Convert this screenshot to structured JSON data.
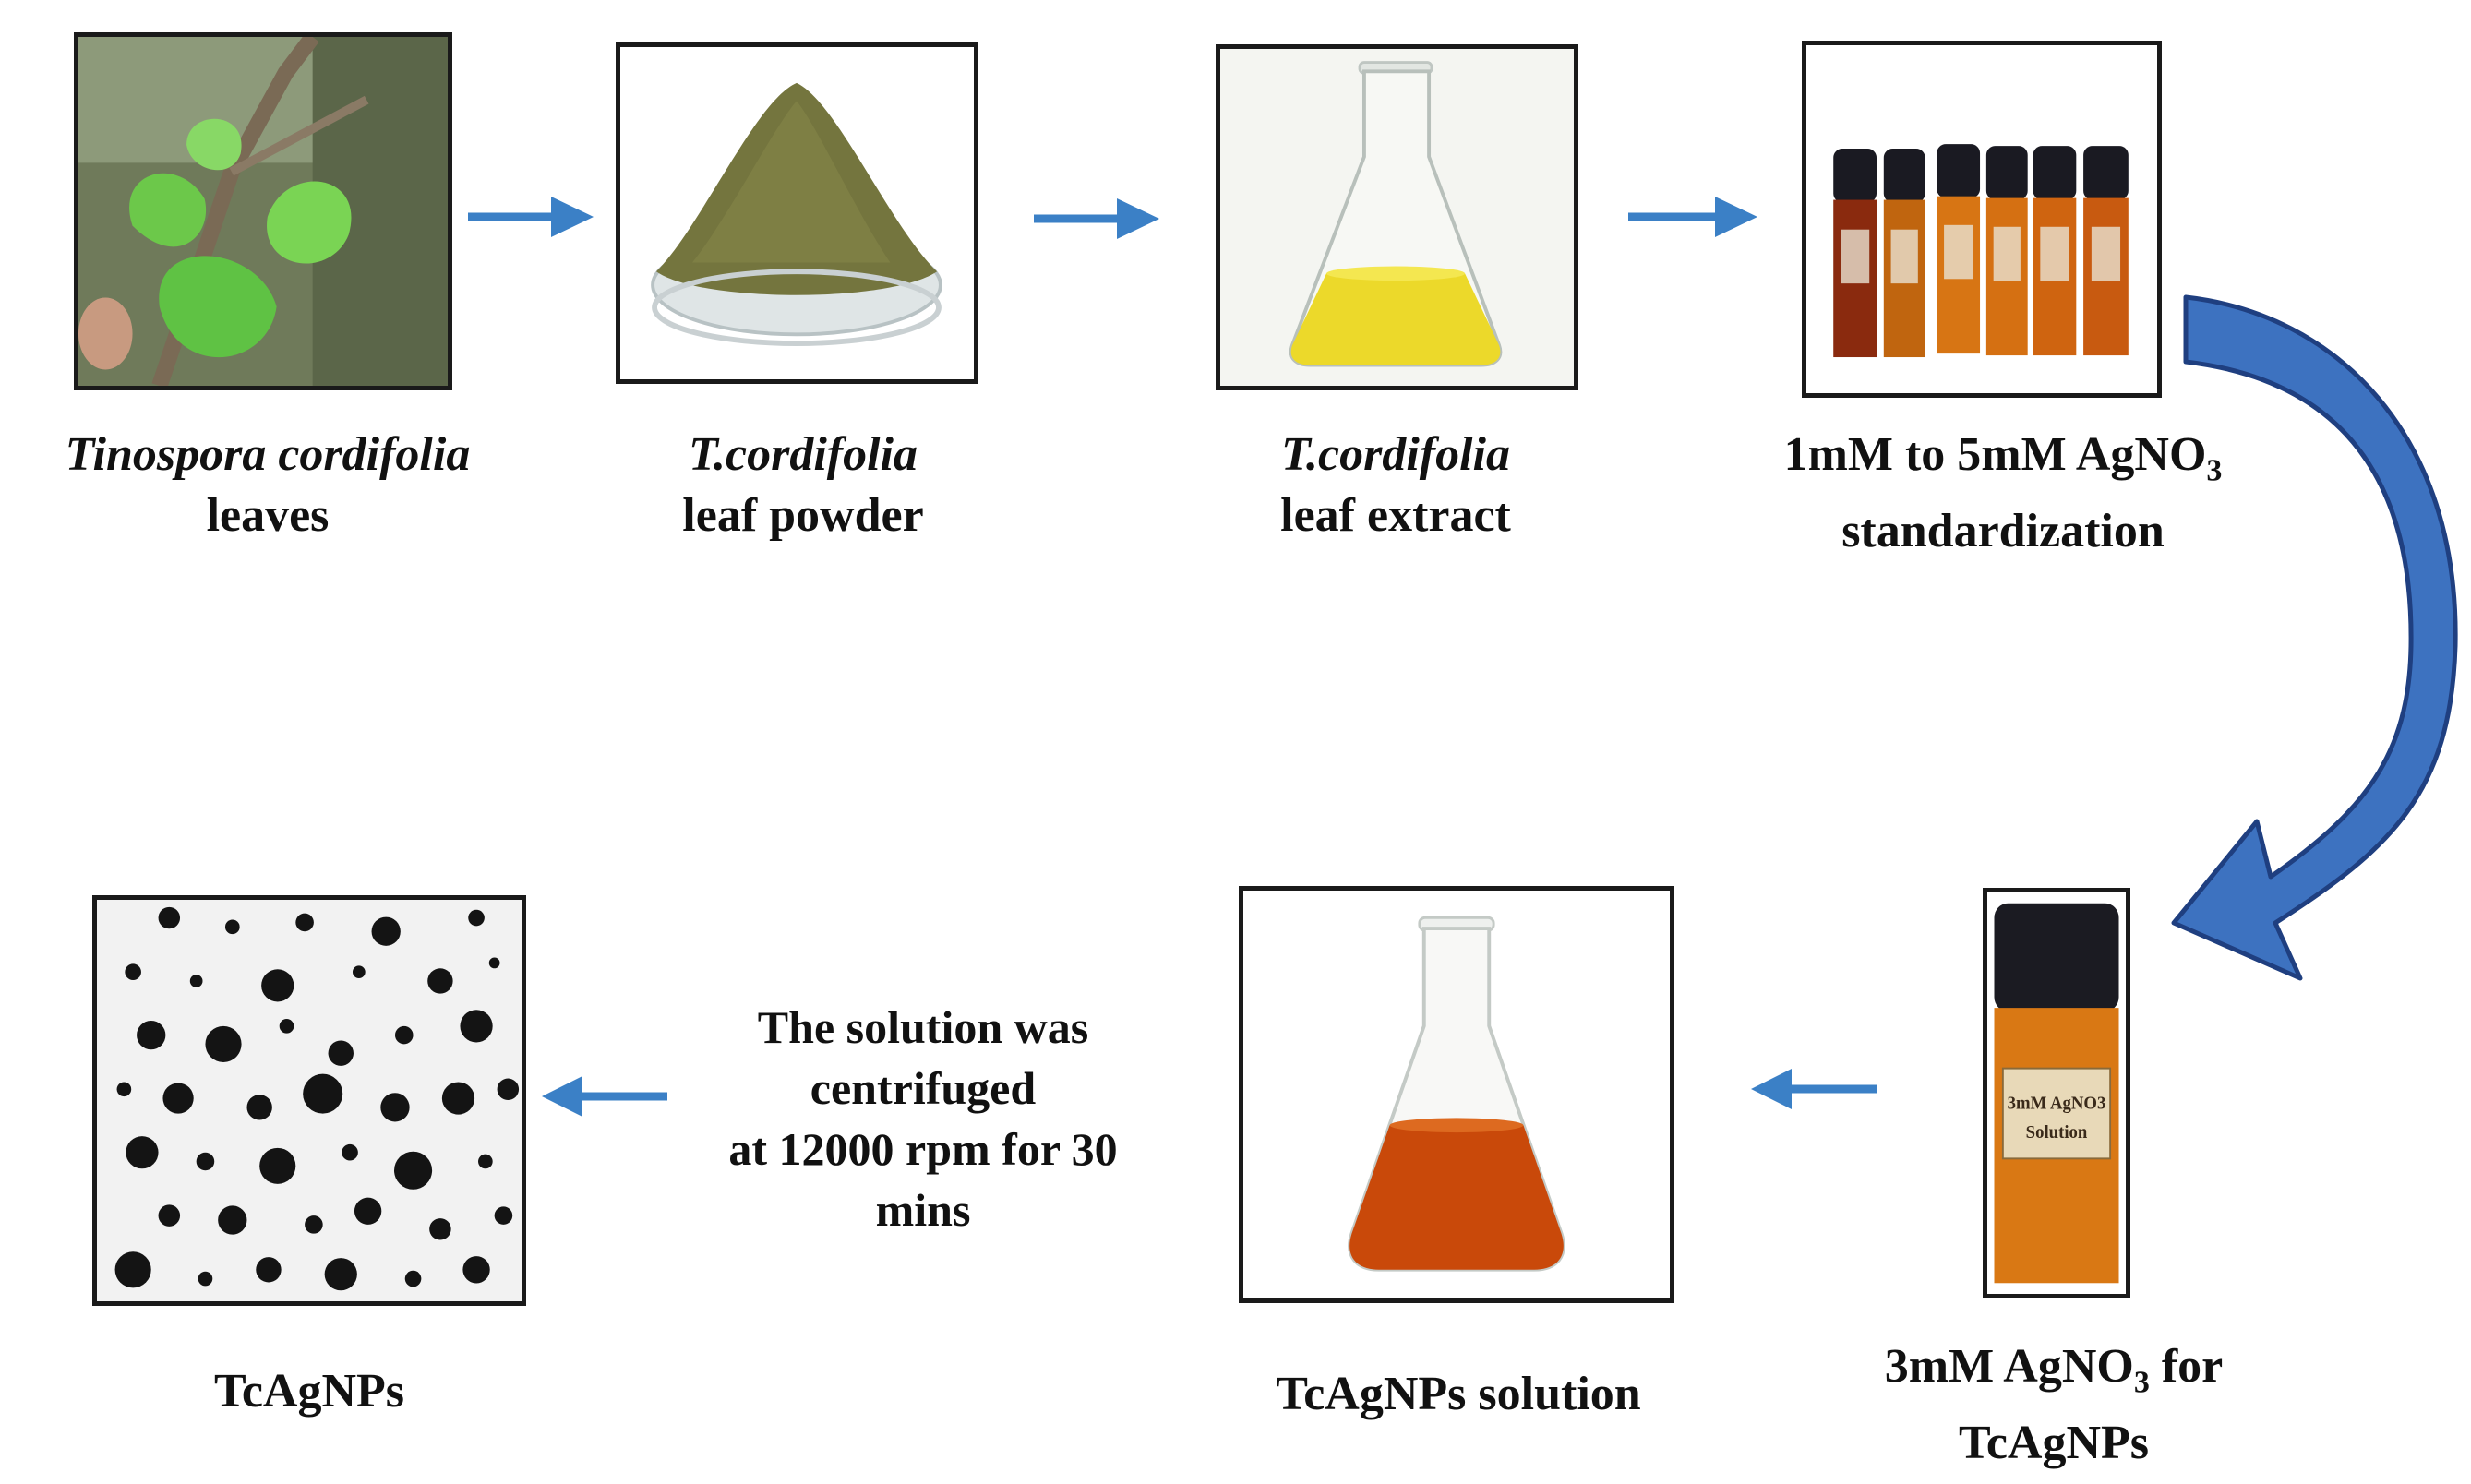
{
  "steps": [
    {
      "line1": "Tinospora cordifolia",
      "line2": "leaves"
    },
    {
      "line1": "T.cordifolia",
      "line2": "leaf powder"
    },
    {
      "line1": "T.cordifolia",
      "line2": "leaf extract"
    },
    {
      "line1_pre": "1mM to 5mM AgNO",
      "line1_sub": "3",
      "line2": "standardization"
    },
    {
      "line1_pre": "3mM AgNO",
      "line1_sub": "3",
      "line1_post": " for",
      "line2": "TcAgNPs"
    },
    {
      "line1": "TcAgNPs solution"
    },
    {
      "line1": "TcAgNPs"
    }
  ],
  "centrifuge_note": [
    "The solution was",
    "centrifuged",
    "at 12000 rpm for 30",
    "mins"
  ],
  "vial_label": [
    "3mM AgNO3",
    "Solution"
  ],
  "colors": {
    "arrow": "#3b80c6",
    "curve_fill": "#3d72c0",
    "curve_stroke": "#1f3f80",
    "frame": "#1a1a1a"
  }
}
